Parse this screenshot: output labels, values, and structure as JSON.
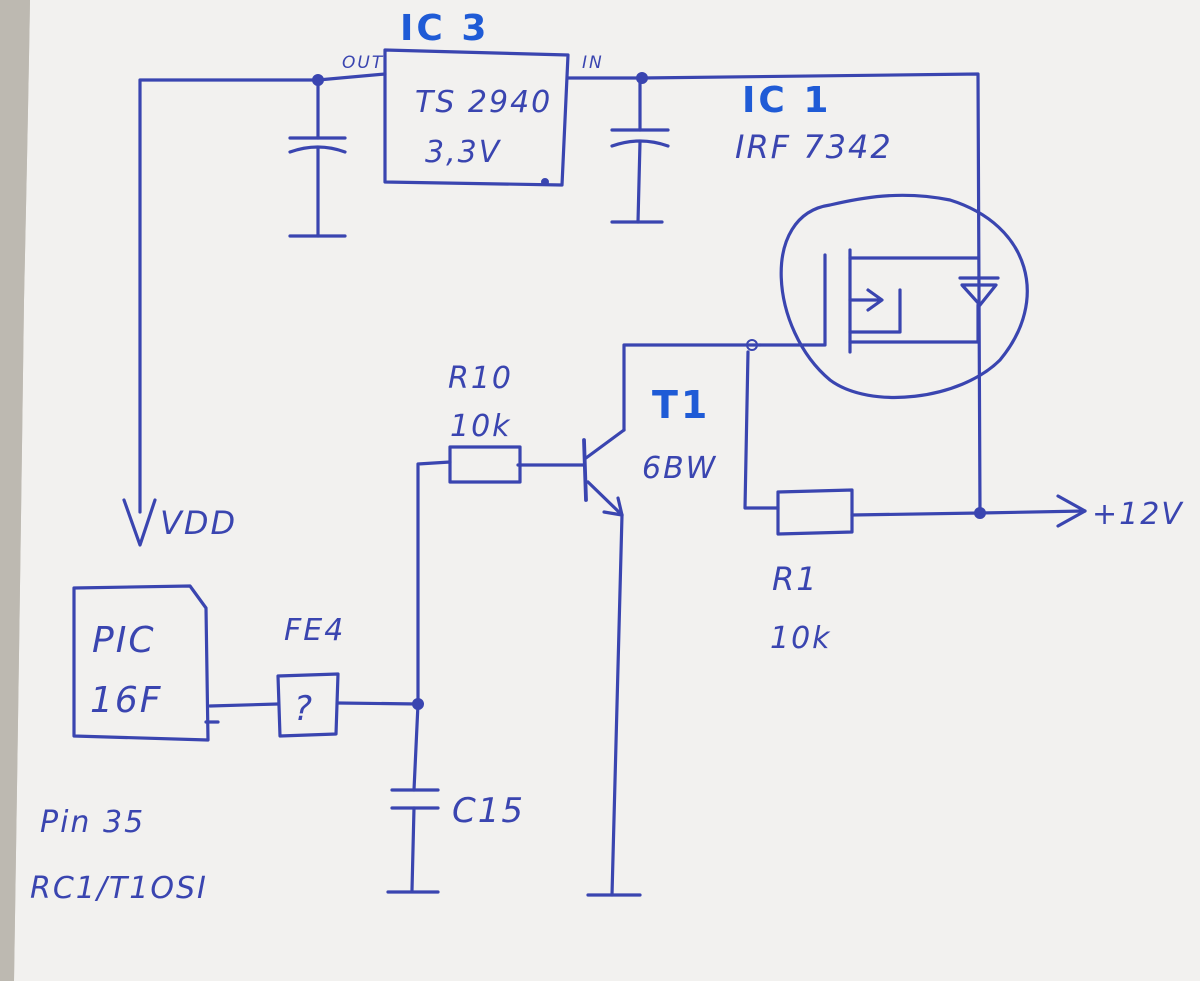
{
  "ic3": {
    "designator": "IC 3",
    "part": "TS 2940",
    "voltage": "3,3V",
    "pin_out": "OUT",
    "pin_in": "IN"
  },
  "ic1": {
    "designator": "IC 1",
    "part": "IRF 7342"
  },
  "t1": {
    "designator": "T1",
    "part": "6BW"
  },
  "r10": {
    "designator": "R10",
    "value": "10k"
  },
  "r1": {
    "designator": "R1",
    "value": "10k"
  },
  "c15": {
    "designator": "C15"
  },
  "fe4": {
    "designator": "FE4",
    "symbol": "?"
  },
  "pic": {
    "line1": "PIC",
    "line2": "16F"
  },
  "vdd_label": "VDD",
  "output_label": "+12V",
  "pin_note": {
    "line1": "Pin 35",
    "line2": "RC1/T1OSI"
  },
  "colors": {
    "ink": "#3a45b0",
    "label_ink": "#1f5bd6",
    "paper": "#f2f1ef"
  }
}
